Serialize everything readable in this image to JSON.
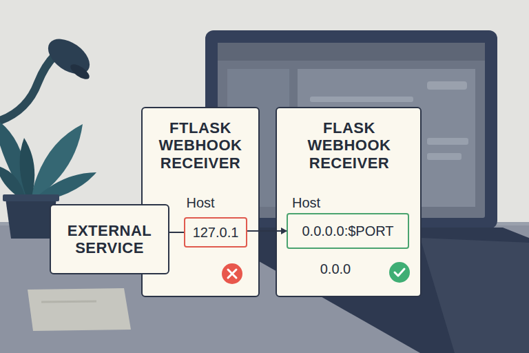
{
  "diagram": {
    "nodes": [
      {
        "text": [
          "FTLASK WEBHOOK RECEIVER",
          "Host"
        ]
      },
      {
        "text": [
          "127.0.1"
        ],
        "in": 0
      },
      {
        "text": [
          "EXTERNAL SERVICE"
        ]
      },
      {
        "text": [
          "FLASK WEBHOOK RECEIVER",
          "Host",
          "0.0.0"
        ]
      },
      {
        "text": [
          "0.0.0.0:$PORT"
        ],
        "in": 3
      }
    ],
    "edges": [
      {
        "from": 2,
        "to": 1,
        "arrow": "none"
      },
      {
        "from": 1,
        "to": 4,
        "arrow": "to"
      }
    ]
  }
}
